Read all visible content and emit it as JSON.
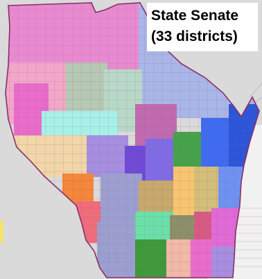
{
  "title": {
    "line1": "State Senate",
    "line2": "(33 districts)"
  },
  "map": {
    "kind": "choropleth-districts",
    "region_shape": "state outline with district subdivisions",
    "district_count": 33,
    "colors": {
      "background": "#d9dad9",
      "outline": "#8a2f66",
      "grid": "#a0527e",
      "lake": "#f2f1f1",
      "palette": [
        "#e88ad0",
        "#e86cc9",
        "#a8b6e8",
        "#b6c9b5",
        "#b7d8c6",
        "#f1a8c8",
        "#a6f0e8",
        "#f0d6a8",
        "#a68ee0",
        "#6f4ad6",
        "#7f6ce5",
        "#c7a96b",
        "#f7c56f",
        "#f4873a",
        "#ef6d7a",
        "#6ae0a8",
        "#d65b83",
        "#8c8f6a",
        "#44a34a",
        "#3e9a3a",
        "#6f92f0",
        "#3e6bf0",
        "#2c56d9",
        "#c06ab0",
        "#f0b9a8",
        "#d3be7a",
        "#9b9fd0",
        "#e06ad6"
      ]
    }
  }
}
